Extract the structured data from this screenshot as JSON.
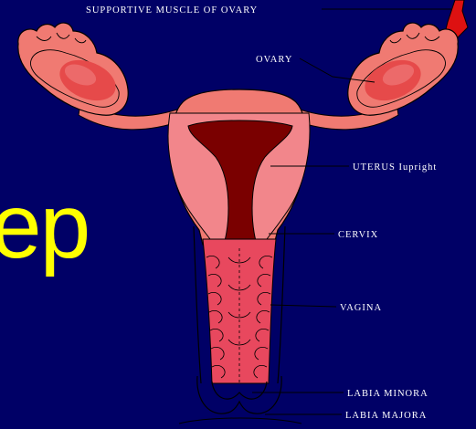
{
  "slide": {
    "text": "ep"
  },
  "labels": {
    "supportive_muscle": "SUPPORTIVE  MUSCLE  OF  OVARY",
    "ovary": "OVARY",
    "uterus": "UTERUS  Iupright",
    "cervix": "CERVIX",
    "vagina": "VAGINA",
    "labia_minora": "LABIA  MINORA",
    "labia_majora": "LABIA  MAJORA"
  },
  "colors": {
    "background": "#000066",
    "slide_text": "#ffff00",
    "tissue": "#f07a72",
    "uterus_body": "#f2868b",
    "cavity": "#7a0000",
    "vagina": "#e8485e",
    "ovary_inner": "#e64a4a",
    "muscle": "#dd1111",
    "outline": "#000000",
    "label": "#ffffff"
  }
}
